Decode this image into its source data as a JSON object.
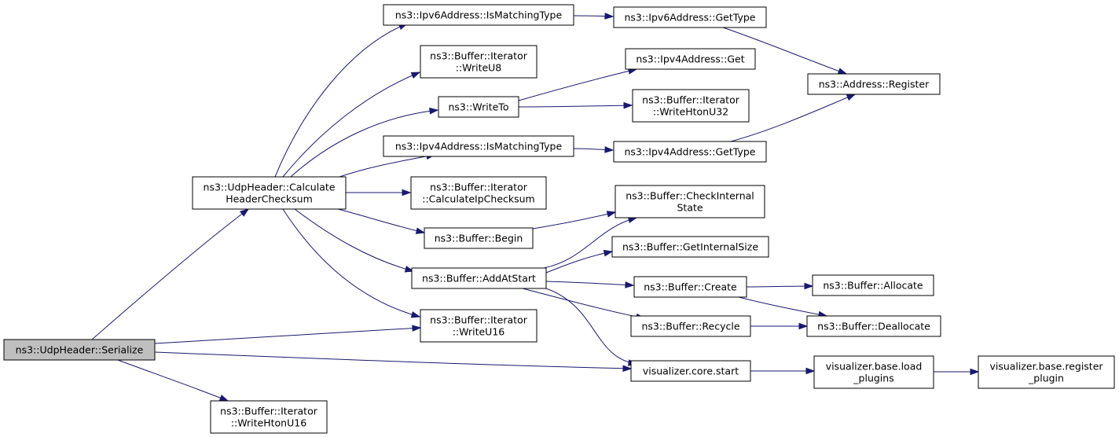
{
  "diagram": {
    "type": "call-graph",
    "colors": {
      "edge": "#191970",
      "root_fill": "#bfbfbf",
      "node_fill": "#ffffff",
      "border": "#000000"
    },
    "nodes": [
      {
        "id": "serialize",
        "lines": [
          "ns3::UdpHeader::Serialize"
        ],
        "root": true
      },
      {
        "id": "calcsum",
        "lines": [
          "ns3::UdpHeader::Calculate",
          "HeaderChecksum"
        ]
      },
      {
        "id": "writehtonu16",
        "lines": [
          "ns3::Buffer::Iterator",
          "::WriteHtonU16"
        ]
      },
      {
        "id": "writeu16",
        "lines": [
          "ns3::Buffer::Iterator",
          "::WriteU16"
        ]
      },
      {
        "id": "vcstart",
        "lines": [
          "visualizer.core.start"
        ]
      },
      {
        "id": "ipv6match",
        "lines": [
          "ns3::Ipv6Address::IsMatchingType"
        ]
      },
      {
        "id": "writeu8",
        "lines": [
          "ns3::Buffer::Iterator",
          "::WriteU8"
        ]
      },
      {
        "id": "writeto",
        "lines": [
          "ns3::WriteTo"
        ]
      },
      {
        "id": "ipv4match",
        "lines": [
          "ns3::Ipv4Address::IsMatchingType"
        ]
      },
      {
        "id": "calcip",
        "lines": [
          "ns3::Buffer::Iterator",
          "::CalculateIpChecksum"
        ]
      },
      {
        "id": "begin",
        "lines": [
          "ns3::Buffer::Begin"
        ]
      },
      {
        "id": "addatstart",
        "lines": [
          "ns3::Buffer::AddAtStart"
        ]
      },
      {
        "id": "ipv6gettype",
        "lines": [
          "ns3::Ipv6Address::GetType"
        ]
      },
      {
        "id": "ipv4get",
        "lines": [
          "ns3::Ipv4Address::Get"
        ]
      },
      {
        "id": "writehtonu32",
        "lines": [
          "ns3::Buffer::Iterator",
          "::WriteHtonU32"
        ]
      },
      {
        "id": "ipv4gettype",
        "lines": [
          "ns3::Ipv4Address::GetType"
        ]
      },
      {
        "id": "checkinternal",
        "lines": [
          "ns3::Buffer::CheckInternal",
          "State"
        ]
      },
      {
        "id": "getinternalsize",
        "lines": [
          "ns3::Buffer::GetInternalSize"
        ]
      },
      {
        "id": "create",
        "lines": [
          "ns3::Buffer::Create"
        ]
      },
      {
        "id": "recycle",
        "lines": [
          "ns3::Buffer::Recycle"
        ]
      },
      {
        "id": "register",
        "lines": [
          "ns3::Address::Register"
        ]
      },
      {
        "id": "allocate",
        "lines": [
          "ns3::Buffer::Allocate"
        ]
      },
      {
        "id": "deallocate",
        "lines": [
          "ns3::Buffer::Deallocate"
        ]
      },
      {
        "id": "loadplugins",
        "lines": [
          "visualizer.base.load",
          "_plugins"
        ]
      },
      {
        "id": "registerplugin",
        "lines": [
          "visualizer.base.register",
          "_plugin"
        ]
      }
    ],
    "edges": [
      {
        "from": "serialize",
        "to": "calcsum"
      },
      {
        "from": "serialize",
        "to": "writeu16"
      },
      {
        "from": "serialize",
        "to": "vcstart"
      },
      {
        "from": "serialize",
        "to": "writehtonu16"
      },
      {
        "from": "calcsum",
        "to": "ipv6match"
      },
      {
        "from": "calcsum",
        "to": "writeu8"
      },
      {
        "from": "calcsum",
        "to": "writeto"
      },
      {
        "from": "calcsum",
        "to": "ipv4match"
      },
      {
        "from": "calcsum",
        "to": "calcip"
      },
      {
        "from": "calcsum",
        "to": "begin"
      },
      {
        "from": "calcsum",
        "to": "addatstart"
      },
      {
        "from": "calcsum",
        "to": "writeu16"
      },
      {
        "from": "ipv6match",
        "to": "ipv6gettype"
      },
      {
        "from": "ipv6gettype",
        "to": "register"
      },
      {
        "from": "writeto",
        "to": "ipv4get"
      },
      {
        "from": "writeto",
        "to": "writehtonu32"
      },
      {
        "from": "ipv4match",
        "to": "ipv4gettype"
      },
      {
        "from": "ipv4gettype",
        "to": "register"
      },
      {
        "from": "begin",
        "to": "checkinternal"
      },
      {
        "from": "addatstart",
        "to": "checkinternal"
      },
      {
        "from": "addatstart",
        "to": "getinternalsize"
      },
      {
        "from": "addatstart",
        "to": "create"
      },
      {
        "from": "addatstart",
        "to": "recycle"
      },
      {
        "from": "addatstart",
        "to": "vcstart"
      },
      {
        "from": "create",
        "to": "allocate"
      },
      {
        "from": "create",
        "to": "deallocate"
      },
      {
        "from": "recycle",
        "to": "deallocate"
      },
      {
        "from": "vcstart",
        "to": "loadplugins"
      },
      {
        "from": "loadplugins",
        "to": "registerplugin"
      }
    ]
  }
}
